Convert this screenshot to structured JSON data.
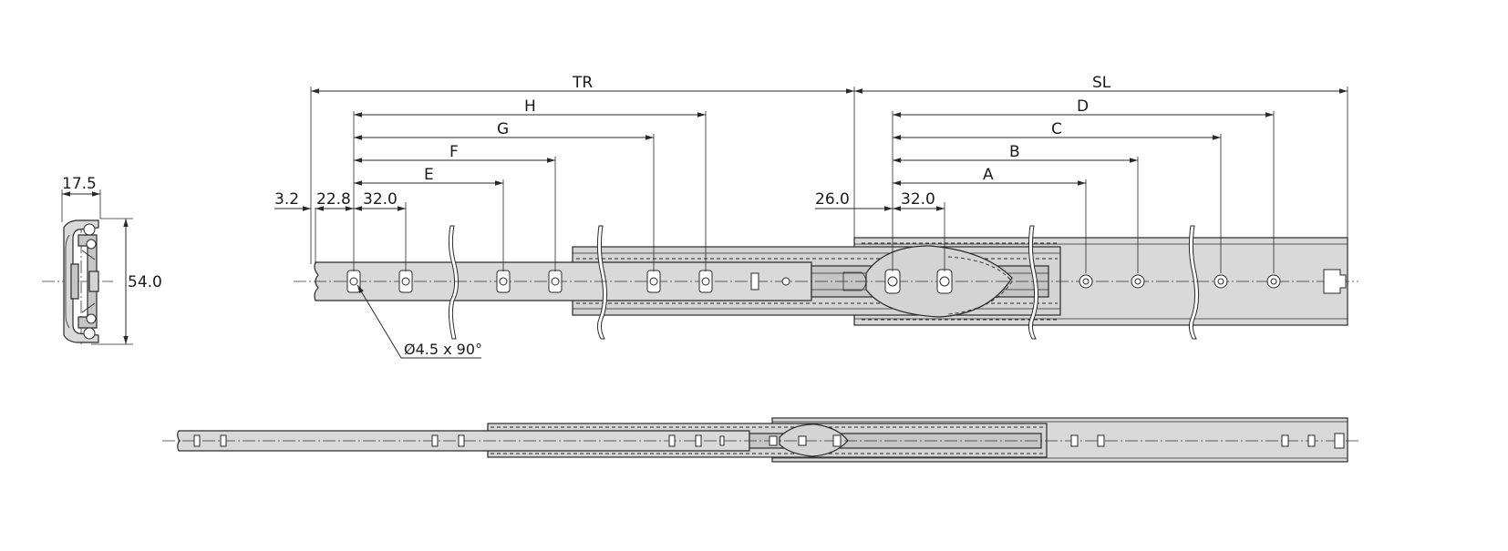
{
  "labels": {
    "tr": "TR",
    "sl": "SL",
    "h": "H",
    "g": "G",
    "f": "F",
    "e": "E",
    "d": "D",
    "c": "C",
    "b": "B",
    "a": "A",
    "dim_3_2": "3.2",
    "dim_22_8": "22.8",
    "dim_32_left": "32.0",
    "dim_26_0": "26.0",
    "dim_32_right": "32.0",
    "hole_spec": "Ø4.5 x 90°",
    "section_width": "17.5",
    "section_height": "54.0"
  },
  "colors": {
    "line": "#2a2a2a",
    "fill_outer": "#d9d9d9",
    "fill_inner": "#c6c6c6"
  }
}
